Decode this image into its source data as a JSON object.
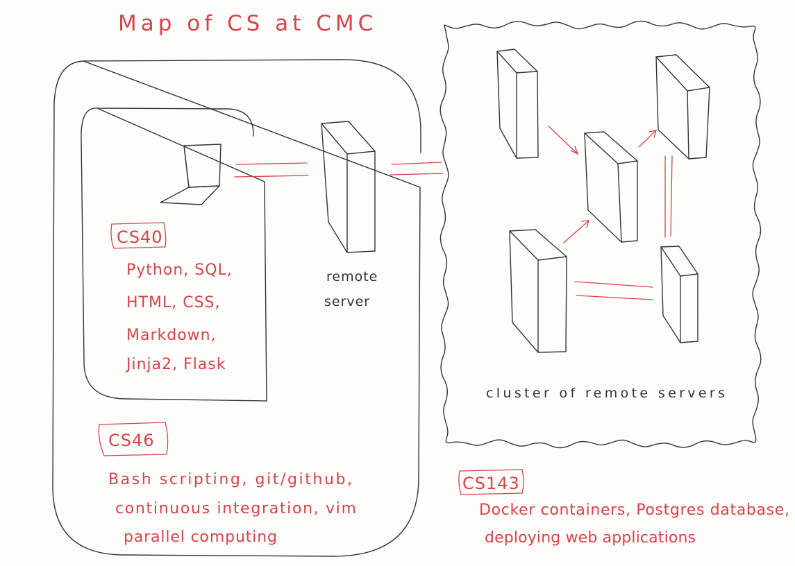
{
  "title": "Map of CS at CMC",
  "courses": {
    "cs40": {
      "badge": "CS40",
      "lines": [
        "Python, SQL,",
        "HTML, CSS,",
        "Markdown,",
        "Jinja2, Flask"
      ]
    },
    "cs46": {
      "badge": "CS46",
      "lines": [
        "Bash scripting, git/github,",
        "continuous integration, vim",
        "parallel computing"
      ]
    },
    "cs143": {
      "badge": "CS143",
      "lines": [
        "Docker containers, Postgres database,",
        "deploying web applications"
      ]
    }
  },
  "labels": {
    "remote_server_line1": "remote",
    "remote_server_line2": "server",
    "cluster": "cluster of remote servers"
  },
  "colors": {
    "ink": "#333333",
    "accent": "#d6434b",
    "paper": "#fdfdfb"
  }
}
